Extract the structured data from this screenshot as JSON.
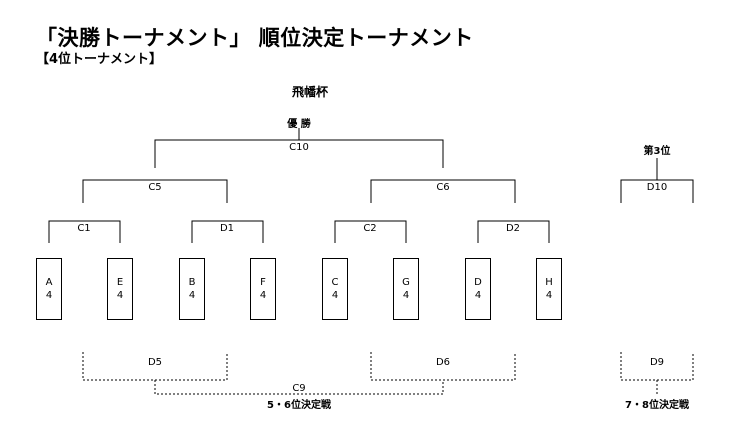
{
  "header": {
    "title": "「決勝トーナメント」 順位決定トーナメント",
    "subtitle": "【4位トーナメント】"
  },
  "cup_name": "飛幡杯",
  "winner_label": "優 勝",
  "third_place_label": "第3位",
  "matches": {
    "final": "C10",
    "semi_left": "C5",
    "semi_right": "C6",
    "qf1": "C1",
    "qf2": "D1",
    "qf3": "C2",
    "qf4": "D2",
    "third_place": "D10",
    "consolation_left": "D5",
    "consolation_right": "D6",
    "fifth_sixth": "C9",
    "seventh_eighth": "D9"
  },
  "teams": [
    {
      "name": "A",
      "group": "4"
    },
    {
      "name": "E",
      "group": "4"
    },
    {
      "name": "B",
      "group": "4"
    },
    {
      "name": "F",
      "group": "4"
    },
    {
      "name": "C",
      "group": "4"
    },
    {
      "name": "G",
      "group": "4"
    },
    {
      "name": "D",
      "group": "4"
    },
    {
      "name": "H",
      "group": "4"
    }
  ],
  "playoff_labels": {
    "fifth_sixth": "5・6位決定戦",
    "seventh_eighth": "7・8位決定戦"
  }
}
